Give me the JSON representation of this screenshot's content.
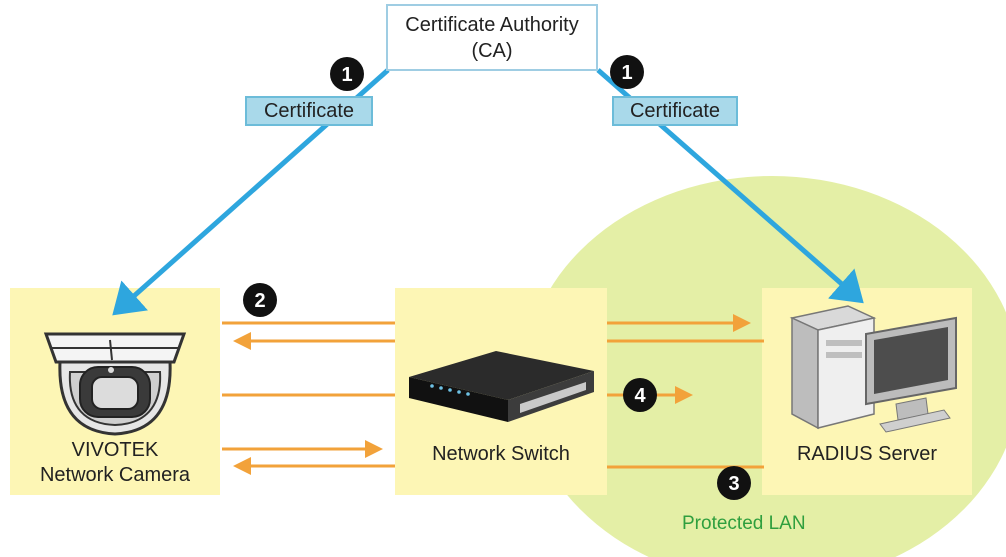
{
  "ca": {
    "line1": "Certificate Authority",
    "line2": "(CA)"
  },
  "certificates": {
    "left": "Certificate",
    "right": "Certificate"
  },
  "nodes": {
    "camera": {
      "line1": "VIVOTEK",
      "line2": "Network Camera"
    },
    "switch": {
      "label": "Network Switch"
    },
    "server": {
      "label": "RADIUS Server"
    }
  },
  "zone": {
    "label": "Protected LAN"
  },
  "steps": {
    "ca_left": "1",
    "ca_right": "1",
    "camera_switch": "2",
    "switch_server": "3",
    "switch_lan": "4"
  },
  "colors": {
    "cert_arrow": "#2ea6de",
    "flow_arrow": "#f2a23a",
    "node_fill": "#fdf6b5",
    "lan_fill": "#e4efa6",
    "badge": "#111111",
    "lan_text": "#2f9f3e"
  }
}
